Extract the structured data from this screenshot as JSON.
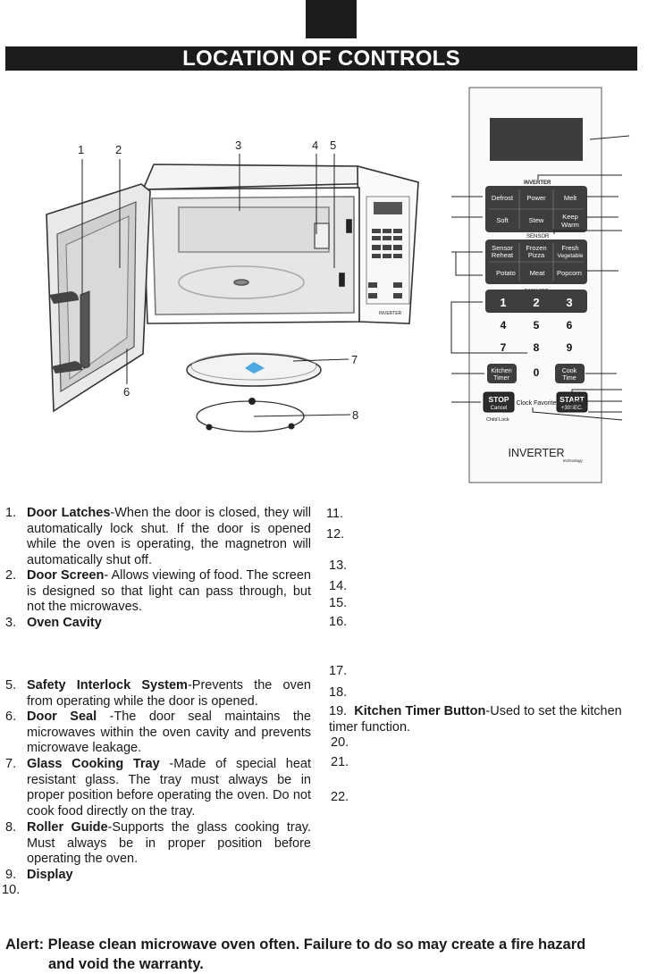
{
  "header": {
    "title": "LOCATION OF CONTROLS"
  },
  "oven_callouts": [
    "1",
    "2",
    "3",
    "4",
    "5",
    "6",
    "7",
    "8"
  ],
  "panel": {
    "inverter_top": "INVERTER",
    "row1": [
      "Defrost",
      "Power",
      "Melt"
    ],
    "row2": [
      "Soft",
      "Stew",
      "Keep|Warm"
    ],
    "sensor_label": "SENSOR",
    "row3": [
      "Sensor|Reheat",
      "Frozen|Pizza",
      "Fresh|Vegetable"
    ],
    "row4": [
      "Potato",
      "Meat",
      "Popcorn"
    ],
    "easy_set_label": "EASY SET",
    "row5": [
      "1",
      "2",
      "3"
    ],
    "digits_a": [
      "4",
      "5",
      "6"
    ],
    "digits_b": [
      "7",
      "8",
      "9"
    ],
    "zero": "0",
    "kitchen_timer": "Kitchen|Timer",
    "cook_time": "Cook|Time",
    "stop": "STOP",
    "stop_sub": "Cancel",
    "start": "START",
    "start_sub": "+30SEC.",
    "clock_favorite": "Clock Favorite",
    "child_lock": "Child Lock",
    "brand": "INVERTER",
    "brand_sub": "technology"
  },
  "left_items": [
    {
      "n": "1.",
      "title": "Door Latches",
      "text": "-When the door is closed, they will automatically lock shut. If the door is opened while the oven is operating, the magnetron will automatically shut off."
    },
    {
      "n": "2.",
      "title": "Door Screen",
      "text": "- Allows viewing of food. The screen is designed so that light can pass through, but not the microwaves."
    },
    {
      "n": "3.",
      "title": "Oven Cavity",
      "text": ""
    },
    {
      "n": "5.",
      "title": "Safety Interlock System",
      "text": "-Prevents the oven from operating while the door is opened."
    },
    {
      "n": "6.",
      "title": "Door Seal",
      "text": " -The door seal maintains the microwaves within the oven cavity and prevents microwave leakage."
    },
    {
      "n": "7.",
      "title": "Glass Cooking Tray",
      "text": " -Made of special heat resistant glass. The tray must always be in proper position before operating the oven. Do not cook food directly on the tray."
    },
    {
      "n": "8.",
      "title": "Roller Guide",
      "text": "-Supports the glass cooking tray. Must always be in proper position before operating the oven."
    },
    {
      "n": "9.",
      "title": "Display",
      "text": ""
    },
    {
      "n": "10.",
      "title": "",
      "text": ""
    }
  ],
  "right_numbers": [
    "11.",
    "12.",
    "13.",
    "14.",
    "15.",
    "16.",
    "17.",
    "18.",
    "20.",
    "21.",
    "22."
  ],
  "right_item19": {
    "n": "19.",
    "title": "Kitchen Timer Button",
    "text": "-Used to set the kitchen timer function."
  },
  "alert": {
    "line1": "Alert: Please clean microwave oven often. Failure to do so may create a fire hazard",
    "line2": "and void the warranty."
  }
}
